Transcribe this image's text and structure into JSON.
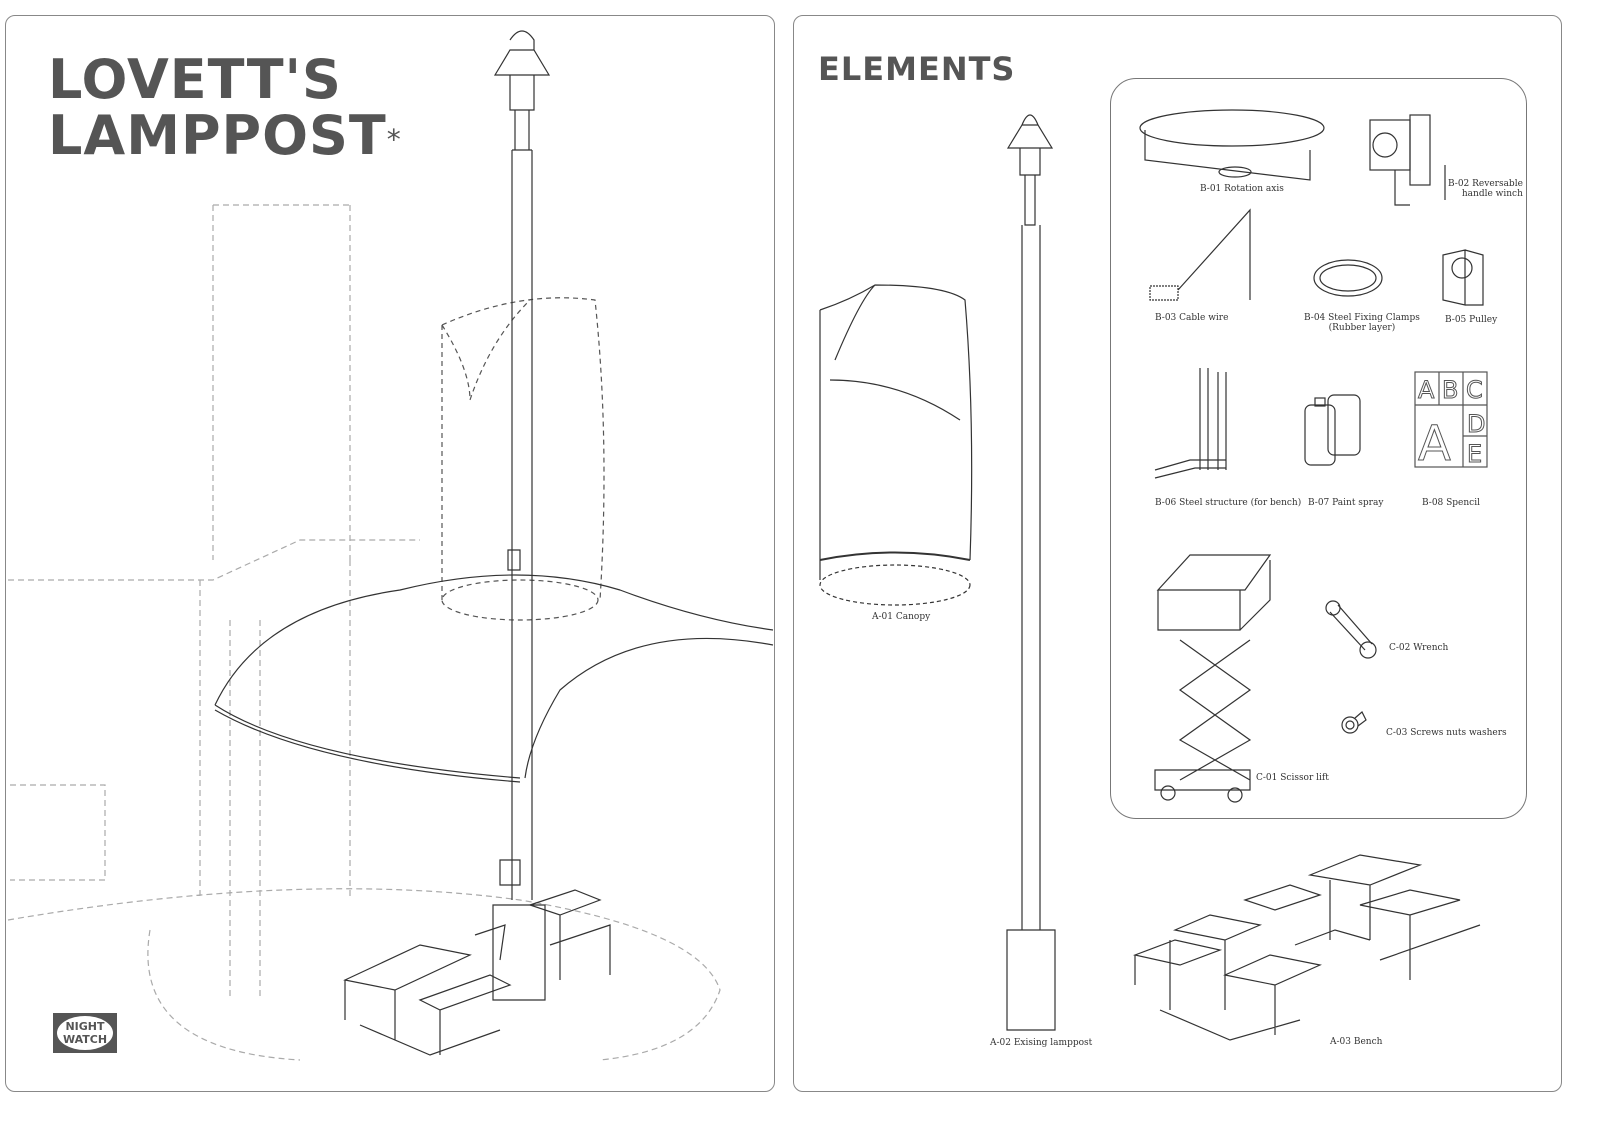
{
  "poster": {
    "title_line1": "LOVETT'S",
    "title_line2": "LAMPPOST",
    "title_mark": "*",
    "logo_line1": "NIGHT",
    "logo_line2": "WATCH"
  },
  "elements": {
    "heading": "ELEMENTS",
    "items": [
      {
        "code": "A-01",
        "label": "A-01 Canopy"
      },
      {
        "code": "A-02",
        "label": "A-02 Exising lamppost"
      },
      {
        "code": "A-03",
        "label": "A-03 Bench"
      },
      {
        "code": "B-01",
        "label": "B-01 Rotation axis"
      },
      {
        "code": "B-02",
        "label": "B-02 Reversable handle winch"
      },
      {
        "code": "B-03",
        "label": "B-03 Cable wire"
      },
      {
        "code": "B-04",
        "label": "B-04 Steel Fixing Clamps (Rubber layer)"
      },
      {
        "code": "B-05",
        "label": "B-05 Pulley"
      },
      {
        "code": "B-06",
        "label": "B-06 Steel structure (for bench)"
      },
      {
        "code": "B-07",
        "label": "B-07 Paint spray"
      },
      {
        "code": "B-08",
        "label": "B-08 Spencil"
      },
      {
        "code": "C-01",
        "label": "C-01 Scissor lift"
      },
      {
        "code": "C-02",
        "label": "C-02 Wrench"
      },
      {
        "code": "C-03",
        "label": "C-03 Screws nuts washers"
      }
    ],
    "b02_line1": "B-02 Reversable",
    "b02_line2": "handle winch",
    "b04_line1": "B-04 Steel Fixing Clamps",
    "b04_line2": "(Rubber layer)",
    "stencil_letters": [
      "A",
      "B",
      "C",
      "A",
      "D",
      "E"
    ]
  }
}
